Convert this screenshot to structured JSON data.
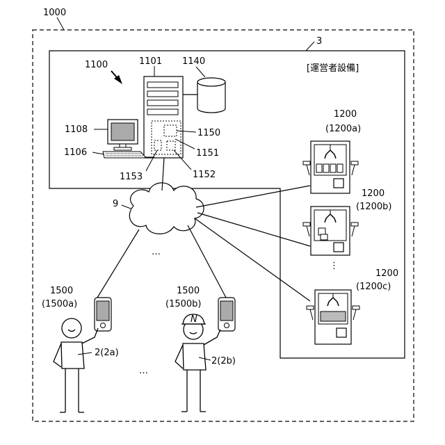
{
  "labels": {
    "system": "1000",
    "facility_ref": "3",
    "facility_name": "[運営者設備]",
    "server_group": "1100",
    "server": "1101",
    "database": "1140",
    "monitor": "1108",
    "keyboard": "1106",
    "proc_1150": "1150",
    "proc_1151": "1151",
    "proc_1152": "1152",
    "proc_1153": "1153",
    "network": "9",
    "ellipsis": "…",
    "machine_a_num": "1200",
    "machine_a_sub": "(1200a)",
    "machine_b_num": "1200",
    "machine_b_sub": "(1200b)",
    "machine_c_num": "1200",
    "machine_c_sub": "(1200c)",
    "phone_a_num": "1500",
    "phone_a_sub": "(1500a)",
    "phone_b_num": "1500",
    "phone_b_sub": "(1500b)",
    "user_a": "2(2a)",
    "user_b": "2(2b)",
    "cap_letter": "N"
  }
}
